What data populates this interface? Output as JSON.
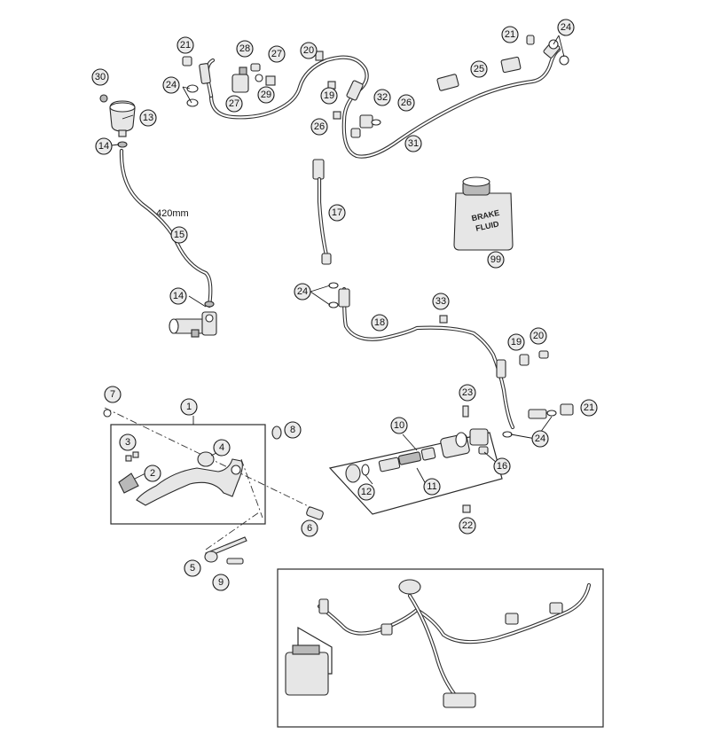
{
  "diagram": {
    "callouts": [
      {
        "id": "c1",
        "label": "1"
      },
      {
        "id": "c2",
        "label": "2"
      },
      {
        "id": "c3",
        "label": "3"
      },
      {
        "id": "c4",
        "label": "4"
      },
      {
        "id": "c5",
        "label": "5"
      },
      {
        "id": "c6",
        "label": "6"
      },
      {
        "id": "c7",
        "label": "7"
      },
      {
        "id": "c8",
        "label": "8"
      },
      {
        "id": "c9",
        "label": "9"
      },
      {
        "id": "c10",
        "label": "10"
      },
      {
        "id": "c11",
        "label": "11"
      },
      {
        "id": "c12",
        "label": "12"
      },
      {
        "id": "c13",
        "label": "13"
      },
      {
        "id": "c14a",
        "label": "14"
      },
      {
        "id": "c14b",
        "label": "14"
      },
      {
        "id": "c15",
        "label": "15"
      },
      {
        "id": "c16",
        "label": "16"
      },
      {
        "id": "c17",
        "label": "17"
      },
      {
        "id": "c18",
        "label": "18"
      },
      {
        "id": "c19a",
        "label": "19"
      },
      {
        "id": "c19b",
        "label": "19"
      },
      {
        "id": "c20a",
        "label": "20"
      },
      {
        "id": "c20b",
        "label": "20"
      },
      {
        "id": "c21a",
        "label": "21"
      },
      {
        "id": "c21b",
        "label": "21"
      },
      {
        "id": "c21c",
        "label": "21"
      },
      {
        "id": "c22",
        "label": "22"
      },
      {
        "id": "c23",
        "label": "23"
      },
      {
        "id": "c24a",
        "label": "24"
      },
      {
        "id": "c24b",
        "label": "24"
      },
      {
        "id": "c24c",
        "label": "24"
      },
      {
        "id": "c24d",
        "label": "24"
      },
      {
        "id": "c25",
        "label": "25"
      },
      {
        "id": "c26a",
        "label": "26"
      },
      {
        "id": "c26b",
        "label": "26"
      },
      {
        "id": "c27a",
        "label": "27"
      },
      {
        "id": "c27b",
        "label": "27"
      },
      {
        "id": "c28",
        "label": "28"
      },
      {
        "id": "c29",
        "label": "29"
      },
      {
        "id": "c30",
        "label": "30"
      },
      {
        "id": "c31",
        "label": "31"
      },
      {
        "id": "c32",
        "label": "32"
      },
      {
        "id": "c33",
        "label": "33"
      },
      {
        "id": "c99",
        "label": "99"
      }
    ],
    "hose_length_note": "420mm",
    "bottle_label": [
      "BRAKE",
      "FLUID"
    ]
  }
}
